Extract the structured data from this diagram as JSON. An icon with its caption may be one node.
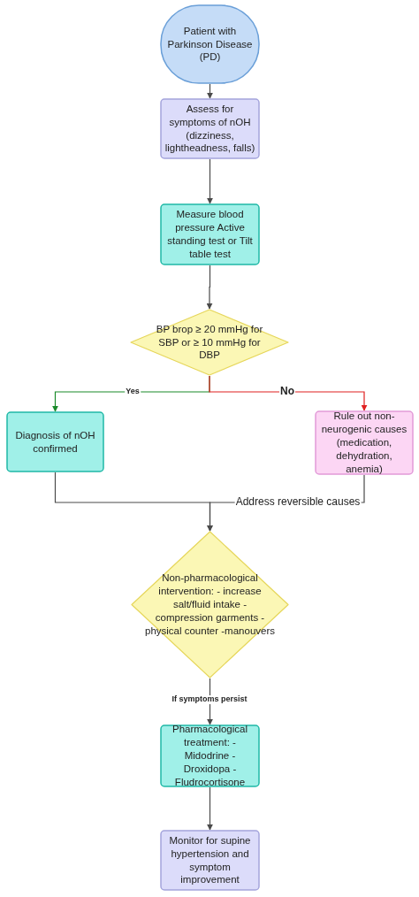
{
  "diagram": {
    "nodes": [
      {
        "text": [
          "Patient with Parkinson Disease (PD)"
        ]
      },
      {
        "text": [
          "Assess for symptoms of nOH (dizziness, lightheadness, falls)"
        ]
      },
      {
        "text": [
          "Measure blood pressure Active standing test or Tilt table test"
        ]
      },
      {
        "text": [
          "BP brop ≥ 20 mmHg for SBP or ≥ 10 mmHg for DBP"
        ]
      },
      {
        "text": [
          "Diagnosis of nOH confirmed"
        ]
      },
      {
        "text": [
          "Rule out non-neurogenic causes (medication, dehydration, anemia)"
        ]
      },
      {
        "text": [
          "Non-pharmacological intervention: - increase salt/fluid intake - compression garments - physical counter -manouvers"
        ]
      },
      {
        "text": [
          "Pharmacological treatment: - Midodrine - Droxidopa - Fludrocortisone"
        ]
      },
      {
        "text": [
          "Monitor for supine hypertension and symptom improvement"
        ]
      }
    ],
    "edges": [
      {
        "from": 0,
        "to": 1,
        "arrow": "to"
      },
      {
        "from": 1,
        "to": 2,
        "arrow": "to"
      },
      {
        "from": 2,
        "to": 3,
        "arrow": "to"
      },
      {
        "from": 3,
        "to": 4,
        "arrow": "to",
        "label": "Yes",
        "color": "#1a8a2a"
      },
      {
        "from": 3,
        "to": 5,
        "arrow": "to",
        "label": "No",
        "color": "#e02020"
      },
      {
        "from": 4,
        "to": 6,
        "arrow": "to"
      },
      {
        "from": 5,
        "to": 6,
        "arrow": "to",
        "label": "Address reversible causes"
      },
      {
        "from": 6,
        "to": 7,
        "arrow": "to",
        "label": "If symptoms persist"
      },
      {
        "from": 7,
        "to": 8,
        "arrow": "to"
      }
    ]
  }
}
